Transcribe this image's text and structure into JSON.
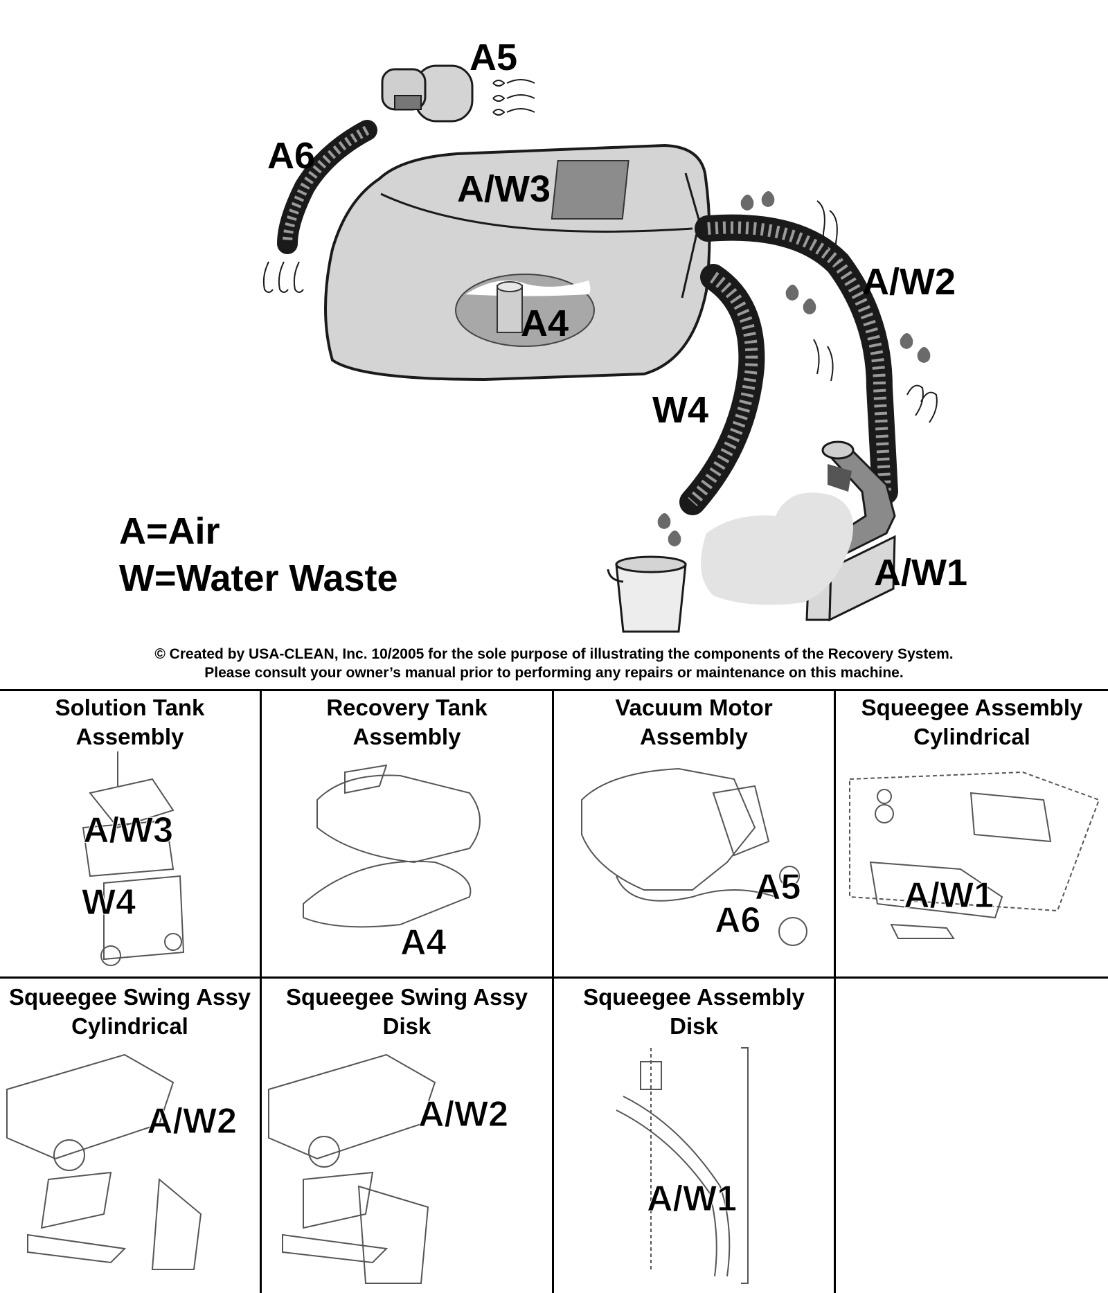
{
  "diagram": {
    "labels": {
      "a5": "A5",
      "a6": "A6",
      "aw3": "A/W3",
      "a4": "A4",
      "aw2": "A/W2",
      "w4": "W4",
      "aw1": "A/W1"
    },
    "legend": {
      "air": "A=Air",
      "water": "W=Water Waste"
    },
    "credit": {
      "line1": "© Created by USA-CLEAN, Inc. 10/2005 for the sole purpose of illustrating the components of the Recovery System.",
      "line2": "Please consult your owner’s manual prior to performing any repairs or maintenance on this machine."
    }
  },
  "assemblies": [
    {
      "title_line1": "Solution Tank",
      "title_line2": "Assembly",
      "tags": [
        "A/W3",
        "W4"
      ]
    },
    {
      "title_line1": "Recovery Tank",
      "title_line2": "Assembly",
      "tags": [
        "A4"
      ]
    },
    {
      "title_line1": "Vacuum Motor",
      "title_line2": "Assembly",
      "tags": [
        "A5",
        "A6"
      ]
    },
    {
      "title_line1": "Squeegee Assembly",
      "title_line2": "Cylindrical",
      "tags": [
        "A/W1"
      ]
    },
    {
      "title_line1": "Squeegee Swing Assy",
      "title_line2": "Cylindrical",
      "tags": [
        "A/W2"
      ]
    },
    {
      "title_line1": "Squeegee Swing Assy",
      "title_line2": "Disk",
      "tags": [
        "A/W2"
      ]
    },
    {
      "title_line1": "Squeegee Assembly",
      "title_line2": "Disk",
      "tags": [
        "A/W1"
      ]
    }
  ]
}
